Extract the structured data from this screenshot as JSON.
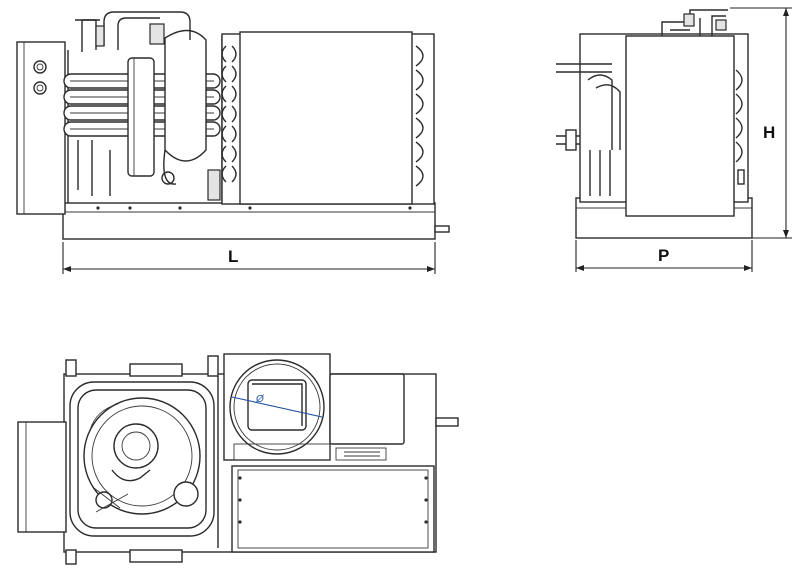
{
  "dimensions": {
    "length_label": "L",
    "height_label": "H",
    "depth_label": "P",
    "fan_diameter_label": "Ø"
  },
  "views": [
    "front-view",
    "side-view",
    "top-view"
  ],
  "colors": {
    "line": "#2b2b2b",
    "fan_dimension": "#1d4fa0"
  }
}
